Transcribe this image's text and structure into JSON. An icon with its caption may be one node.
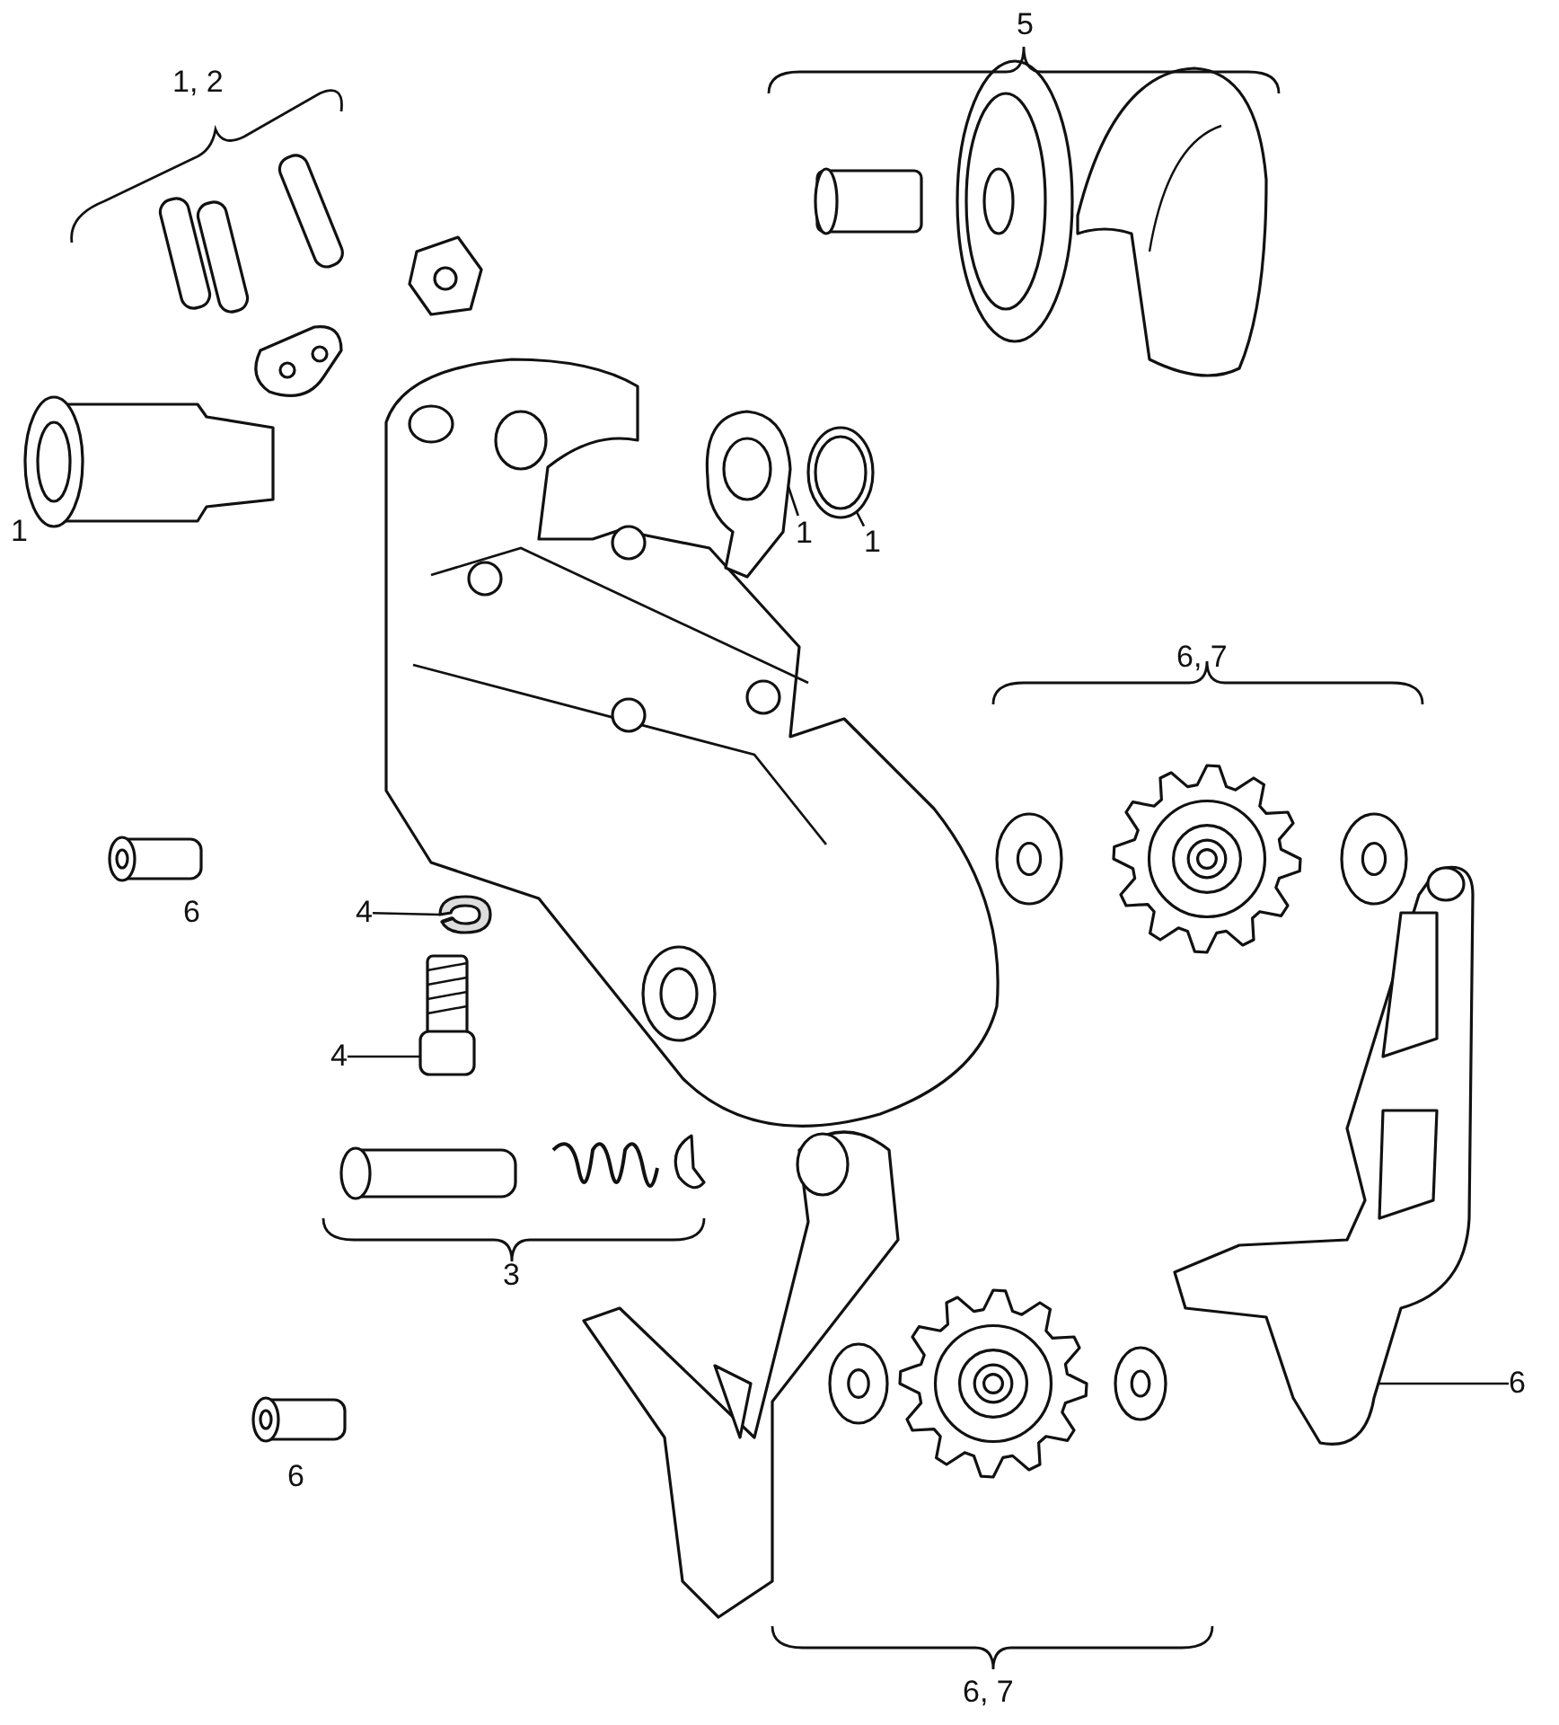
{
  "diagram": {
    "nodes": [
      {
        "text": [
          "1"
        ]
      },
      {
        "text": [],
        "shape": "picture"
      },
      {
        "text": [
          "1"
        ]
      },
      {
        "text": [],
        "shape": "picture"
      },
      {
        "text": [
          "4"
        ]
      },
      {
        "text": [],
        "shape": "picture"
      },
      {
        "text": [
          "4"
        ]
      },
      {
        "text": [],
        "shape": "picture"
      },
      {
        "text": [
          "6"
        ]
      },
      {
        "text": [],
        "shape": "picture"
      }
    ],
    "edges": [
      {
        "from": 0,
        "to": 1,
        "arrow": "none"
      },
      {
        "from": 2,
        "to": 3,
        "arrow": "none"
      },
      {
        "from": 4,
        "to": 5,
        "arrow": "none"
      },
      {
        "from": 6,
        "to": 7,
        "arrow": "none"
      },
      {
        "from": 8,
        "to": 9,
        "arrow": "none"
      }
    ],
    "labels": [
      "5",
      "1, 2",
      "1",
      "6, 7",
      "6",
      "3",
      "6",
      "6, 7"
    ]
  }
}
